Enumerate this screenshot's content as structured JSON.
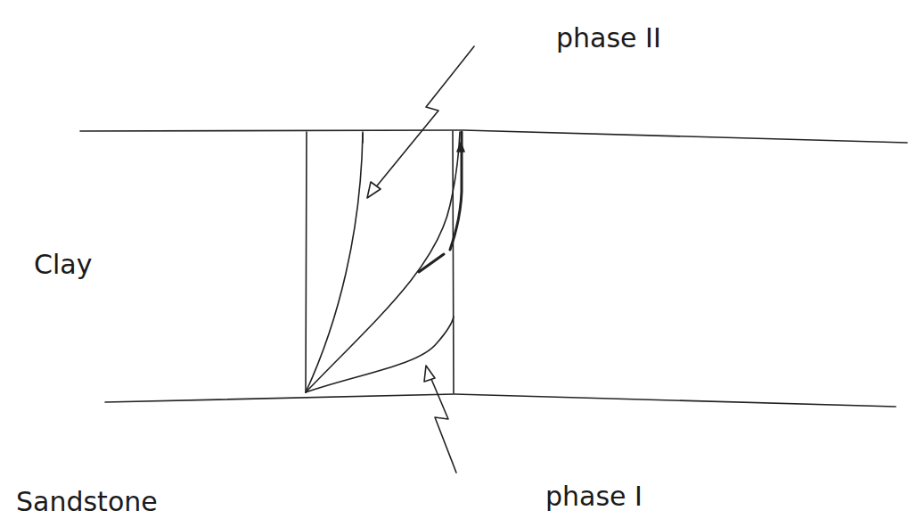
{
  "diagram": {
    "labels": [
      "phase II",
      "Clay",
      "Sandstone",
      "phase I"
    ]
  }
}
